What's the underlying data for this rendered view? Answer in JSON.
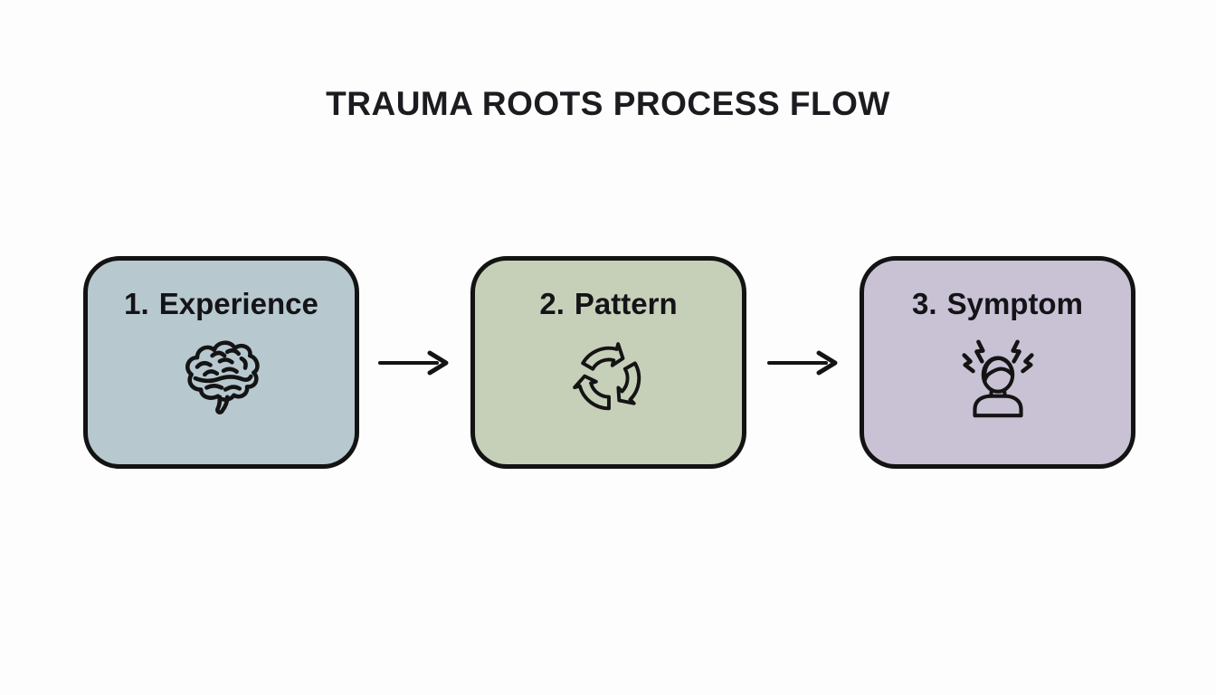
{
  "title": "TRAUMA ROOTS PROCESS FLOW",
  "diagram": {
    "steps": [
      {
        "number": "1.",
        "label": "Experience",
        "icon": "brain-icon",
        "bg": "#b7c8cf"
      },
      {
        "number": "2.",
        "label": "Pattern",
        "icon": "cycle-arrows-icon",
        "bg": "#c6d0b8"
      },
      {
        "number": "3.",
        "label": "Symptom",
        "icon": "stressed-person-icon",
        "bg": "#c9c2d4"
      }
    ],
    "connector_count": 2
  },
  "colors": {
    "background": "#fdfdfd",
    "box_border": "#131313",
    "text": "#141418",
    "line_art": "#141414",
    "step1_bg": "#b7c8cf",
    "step2_bg": "#c6d0b8",
    "step3_bg": "#c9c2d4"
  }
}
